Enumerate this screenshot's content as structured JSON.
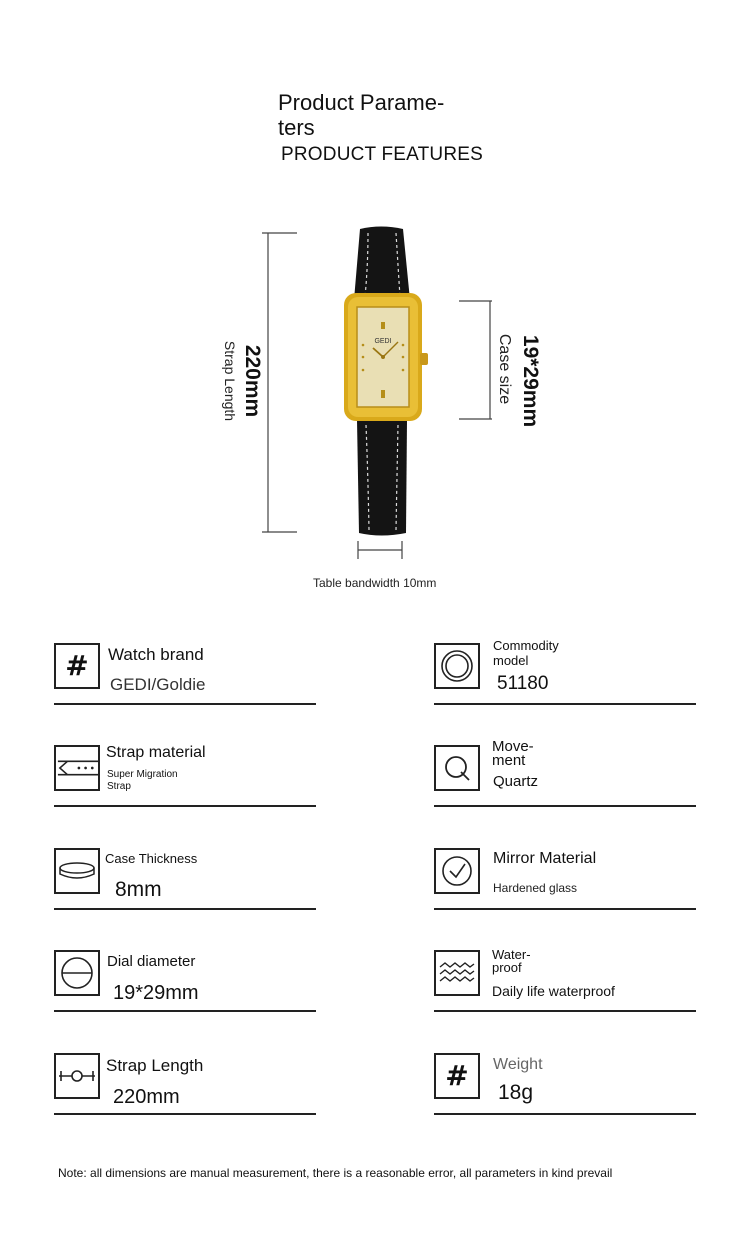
{
  "title": "Product Parame-\nters",
  "subtitle": "PRODUCT FEATURES",
  "strap_length_value": "220mm",
  "strap_length_label": "Strap Length",
  "case_size_value": "19*29mm",
  "case_size_label": "Case size",
  "watch_brand_text": "GEDI",
  "band_width_label": "Table bandwidth 10mm",
  "params": [
    {
      "label": "Watch brand",
      "value": "GEDI/Goldie",
      "icon": "hash-icon"
    },
    {
      "label": "Commodity\nmodel",
      "value": "51180",
      "icon": "concentric-circles-icon"
    },
    {
      "label": "Strap material",
      "value": "Super Migration\nStrap",
      "icon": "strap-icon"
    },
    {
      "label": "Move-\nment",
      "value": "Quartz",
      "icon": "magnifier-q-icon"
    },
    {
      "label": "Case Thickness",
      "value": "8mm",
      "icon": "case-ring-icon"
    },
    {
      "label": "Mirror Material",
      "value": "Hardened glass",
      "icon": "clock-icon"
    },
    {
      "label": "Dial diameter",
      "value": "19*29mm",
      "icon": "dial-icon"
    },
    {
      "label": "Water-\nproof",
      "value": "Daily life waterproof",
      "icon": "waves-icon"
    },
    {
      "label": "Strap Length",
      "value": "220mm",
      "icon": "strap-length-icon"
    },
    {
      "label": "Weight",
      "value": "18g",
      "icon": "hash-icon"
    }
  ],
  "note": "Note: all dimensions are manual measurement, there is a reasonable error, all parameters in kind prevail",
  "colors": {
    "gold": "#d9a91a",
    "dial": "#e9dfb4",
    "strap": "#141414",
    "line": "#222222"
  }
}
